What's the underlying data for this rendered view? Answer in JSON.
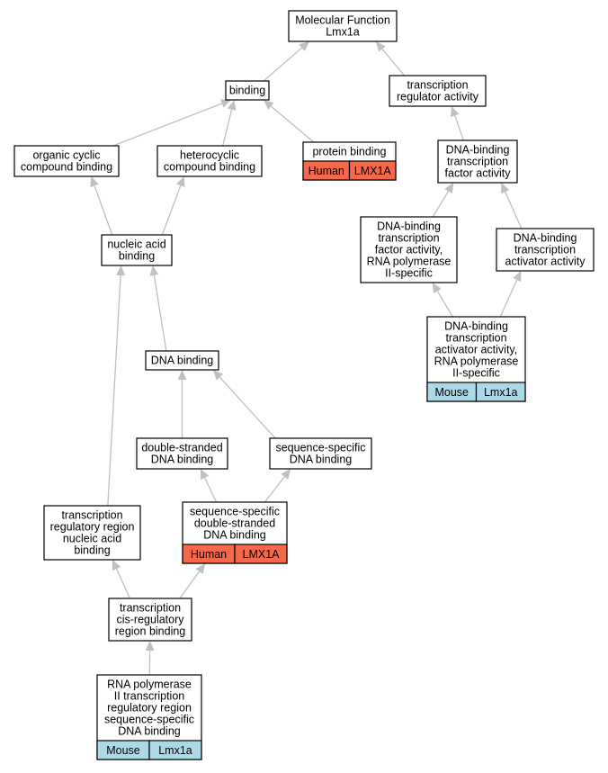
{
  "colors": {
    "human": "#f4694b",
    "mouse": "#add8e6",
    "edge": "#c0c0c0"
  },
  "nodes": [
    {
      "id": "molecular-function",
      "lines": [
        "Molecular Function",
        "Lmx1a"
      ]
    },
    {
      "id": "binding",
      "lines": [
        "binding"
      ]
    },
    {
      "id": "transcription-regulator-activity",
      "lines": [
        "transcription",
        "regulator activity"
      ]
    },
    {
      "id": "organic-cyclic-compound-binding",
      "lines": [
        "organic cyclic",
        "compound binding"
      ]
    },
    {
      "id": "heterocyclic-compound-binding",
      "lines": [
        "heterocyclic",
        "compound binding"
      ]
    },
    {
      "id": "protein-binding",
      "lines": [
        "protein binding"
      ],
      "species": "Human",
      "gene": "LMX1A"
    },
    {
      "id": "dna-binding-tf-activity",
      "lines": [
        "DNA-binding",
        "transcription",
        "factor activity"
      ]
    },
    {
      "id": "dna-binding-tf-activity-rnap2",
      "lines": [
        "DNA-binding",
        "transcription",
        "factor activity,",
        "RNA polymerase",
        "II-specific"
      ]
    },
    {
      "id": "dna-binding-activator-activity",
      "lines": [
        "DNA-binding",
        "transcription",
        "activator activity"
      ]
    },
    {
      "id": "nucleic-acid-binding",
      "lines": [
        "nucleic acid",
        "binding"
      ]
    },
    {
      "id": "dna-binding-activator-rnap2",
      "lines": [
        "DNA-binding",
        "transcription",
        "activator activity,",
        "RNA polymerase",
        "II-specific"
      ],
      "species": "Mouse",
      "gene": "Lmx1a"
    },
    {
      "id": "dna-binding",
      "lines": [
        "DNA binding"
      ]
    },
    {
      "id": "double-stranded-dna-binding",
      "lines": [
        "double-stranded",
        "DNA binding"
      ]
    },
    {
      "id": "sequence-specific-dna-binding",
      "lines": [
        "sequence-specific",
        "DNA binding"
      ]
    },
    {
      "id": "transcription-regulatory-region-binding",
      "lines": [
        "transcription",
        "regulatory region",
        "nucleic acid",
        "binding"
      ]
    },
    {
      "id": "seq-specific-ds-dna-binding",
      "lines": [
        "sequence-specific",
        "double-stranded",
        "DNA binding"
      ],
      "species": "Human",
      "gene": "LMX1A"
    },
    {
      "id": "cis-regulatory-region-binding",
      "lines": [
        "transcription",
        "cis-regulatory",
        "region binding"
      ]
    },
    {
      "id": "rnap2-regulatory-region-binding",
      "lines": [
        "RNA polymerase",
        "II transcription",
        "regulatory region",
        "sequence-specific",
        "DNA binding"
      ],
      "species": "Mouse",
      "gene": "Lmx1a"
    }
  ],
  "edges": [
    {
      "from": "binding",
      "to": "molecular-function"
    },
    {
      "from": "transcription-regulator-activity",
      "to": "molecular-function"
    },
    {
      "from": "organic-cyclic-compound-binding",
      "to": "binding"
    },
    {
      "from": "heterocyclic-compound-binding",
      "to": "binding"
    },
    {
      "from": "protein-binding",
      "to": "binding"
    },
    {
      "from": "dna-binding-tf-activity",
      "to": "transcription-regulator-activity"
    },
    {
      "from": "dna-binding-tf-activity-rnap2",
      "to": "dna-binding-tf-activity"
    },
    {
      "from": "dna-binding-activator-activity",
      "to": "dna-binding-tf-activity"
    },
    {
      "from": "nucleic-acid-binding",
      "to": "organic-cyclic-compound-binding"
    },
    {
      "from": "nucleic-acid-binding",
      "to": "heterocyclic-compound-binding"
    },
    {
      "from": "dna-binding-activator-rnap2",
      "to": "dna-binding-tf-activity-rnap2"
    },
    {
      "from": "dna-binding-activator-rnap2",
      "to": "dna-binding-activator-activity"
    },
    {
      "from": "dna-binding",
      "to": "nucleic-acid-binding"
    },
    {
      "from": "transcription-regulatory-region-binding",
      "to": "nucleic-acid-binding"
    },
    {
      "from": "double-stranded-dna-binding",
      "to": "dna-binding"
    },
    {
      "from": "sequence-specific-dna-binding",
      "to": "dna-binding"
    },
    {
      "from": "seq-specific-ds-dna-binding",
      "to": "double-stranded-dna-binding"
    },
    {
      "from": "seq-specific-ds-dna-binding",
      "to": "sequence-specific-dna-binding"
    },
    {
      "from": "cis-regulatory-region-binding",
      "to": "transcription-regulatory-region-binding"
    },
    {
      "from": "cis-regulatory-region-binding",
      "to": "seq-specific-ds-dna-binding"
    },
    {
      "from": "rnap2-regulatory-region-binding",
      "to": "cis-regulatory-region-binding"
    }
  ]
}
